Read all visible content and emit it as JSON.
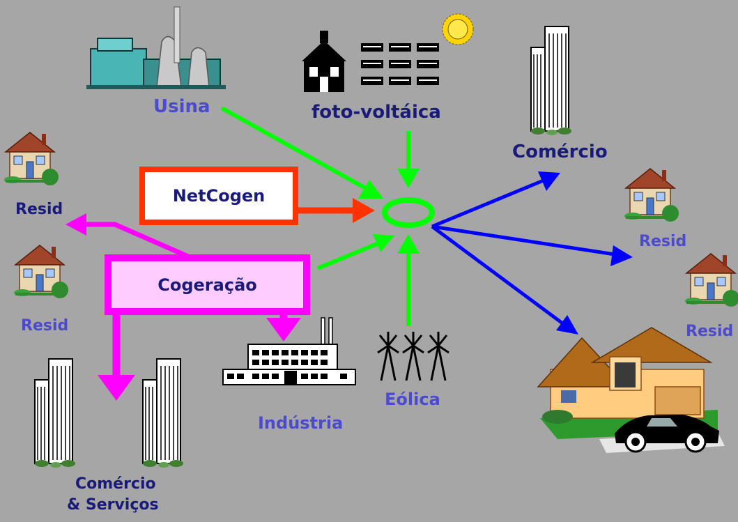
{
  "colors": {
    "background": "#a6a6a6",
    "green_arrow": "#00ff00",
    "blue_arrow": "#0000ff",
    "magenta_arrow": "#ff00ff",
    "red_arrow": "#ff3300",
    "label_dark": "#1a1a7a",
    "label_light": "#4b4bcc",
    "cogen_fill": "#ffccff",
    "netcogen_border": "#ff3300"
  },
  "labels": {
    "usina": "Usina",
    "foto": "foto-voltáica",
    "comercio": "Comércio",
    "netcogen": "NetCogen",
    "cogeracao": "Cogeração",
    "resid_left_top": "Resid",
    "resid_left_bottom": "Resid",
    "resid_right_1": "Resid",
    "resid_right_2": "Resid",
    "eolica": "Eólica",
    "industria": "Indústria",
    "comercio_servicos_1": "Comércio",
    "comercio_servicos_2": "& Serviços"
  },
  "icons": {
    "power_plant": "power-plant-icon",
    "school": "school-icon",
    "solar_panels": "solar-panel-icon",
    "sun": "sun-icon",
    "office": "office-building-icon",
    "house": "house-icon",
    "wind": "wind-turbine-icon",
    "factory": "factory-icon",
    "villa": "villa-icon",
    "car": "car-icon"
  }
}
